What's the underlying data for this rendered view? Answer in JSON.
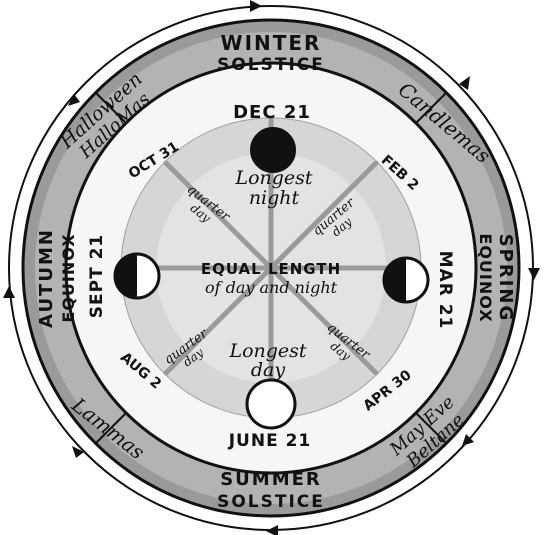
{
  "outer_ring": {
    "winter": [
      "WINTER",
      "SOLSTICE"
    ],
    "summer": [
      "SUMMER",
      "SOLSTICE"
    ],
    "spring": [
      "SPRING",
      "EQUINOX"
    ],
    "autumn": [
      "AUTUMN",
      "EQUINOX"
    ],
    "candlemas": "Candlemas",
    "halloween": [
      "Halloween",
      "HalloMas"
    ],
    "lammas": "Lammas",
    "mayeve": [
      "May Eve",
      "Beltane"
    ]
  },
  "dates": {
    "dec": "DEC 21",
    "jun": "JUNE 21",
    "mar": "MAR 21",
    "sep": "SEPT 21",
    "feb": "FEB 2",
    "oct": "OCT 31",
    "aug": "AUG 2",
    "apr": "APR 30"
  },
  "center": {
    "longest_night": [
      "Longest",
      "night"
    ],
    "longest_day": [
      "Longest",
      "day"
    ],
    "equal_1": "EQUAL LENGTH",
    "equal_2": "of day and night",
    "quarter_day": [
      "quarter",
      "day"
    ]
  },
  "colors": {
    "ink": "#111111",
    "band_gray": "#8f8f8f",
    "ring_gray": "#cfcfcf",
    "inner_gray": "#d9d9d9",
    "paper": "#ffffff"
  }
}
